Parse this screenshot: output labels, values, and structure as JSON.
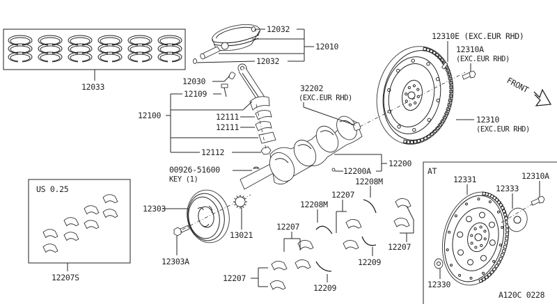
{
  "diagram": {
    "title_code": "A120C 0228",
    "front_label": "FRONT",
    "at_label": "AT",
    "us_label": "US 0.25",
    "colors": {
      "line": "#222222",
      "background": "#ffffff"
    },
    "callouts": {
      "p12033": "12033",
      "p12032_top": "12032",
      "p12032_bot": "12032",
      "p12010": "12010",
      "p12030": "12030",
      "p12109": "12109",
      "p12100": "12100",
      "p12111_a": "12111",
      "p12111_b": "12111",
      "p12112": "12112",
      "p32202": "32202",
      "p32202_note": "(EXC.EUR RHD)",
      "p12310E": "12310E (EXC.EUR RHD)",
      "p12310A": "12310A",
      "p12310A_note": "(EXC.EUR RHD)",
      "p12310": "12310",
      "p12310_note": "(EXC.EUR RHD)",
      "p12200": "12200",
      "p12200A": "12200A",
      "p00926": "00926-51600",
      "p00926_note": "KEY (1)",
      "p12303": "12303",
      "p12303A": "12303A",
      "p13021": "13021",
      "p12208M_a": "12208M",
      "p12208M_b": "12208M",
      "p12207_a": "12207",
      "p12207_b": "12207",
      "p12207_c": "12207",
      "p12207_d": "12207",
      "p12209_a": "12209",
      "p12209_b": "12209",
      "p12207S": "12207S",
      "p12331": "12331",
      "p12333": "12333",
      "p12310A_at": "12310A",
      "p12330": "12330"
    }
  }
}
